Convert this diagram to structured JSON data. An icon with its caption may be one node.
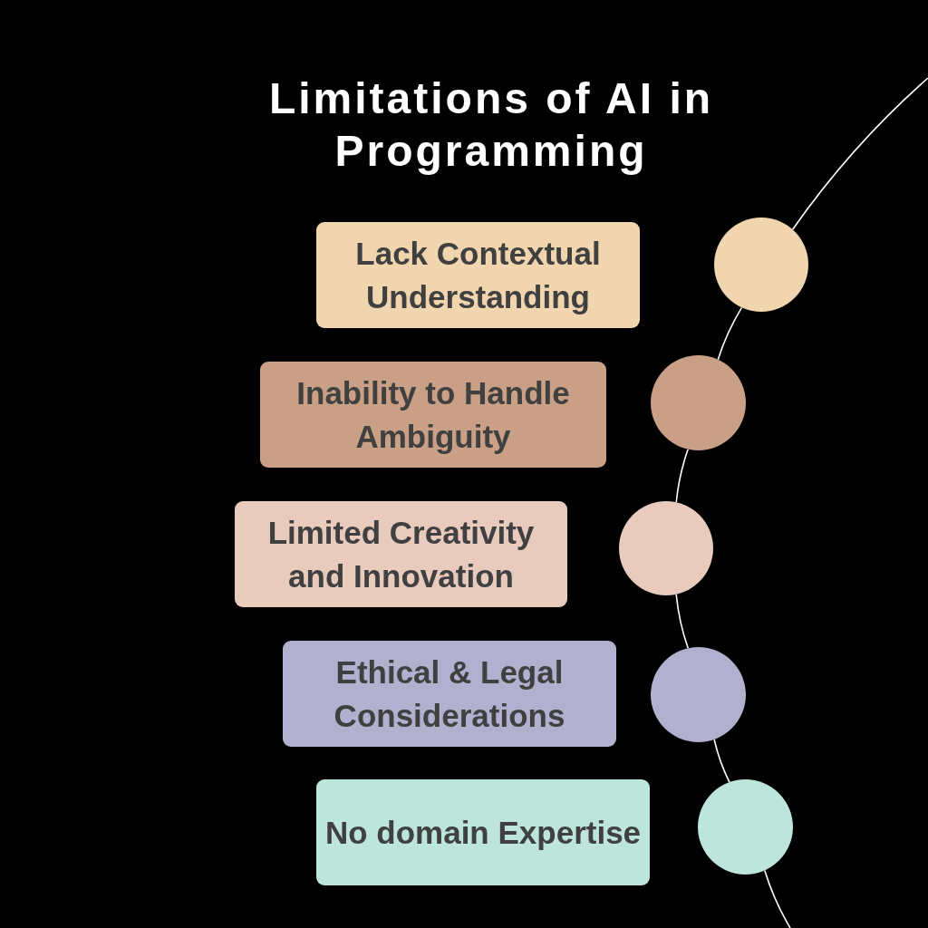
{
  "diagram": {
    "title": "Limitations of AI in Programming",
    "nodes": [
      {
        "text": [
          "Lack Contextual Understanding"
        ]
      },
      {
        "text": [],
        "shape": "circle"
      },
      {
        "text": [
          "Inability to Handle Ambiguity"
        ]
      },
      {
        "text": [],
        "shape": "circle"
      },
      {
        "text": [
          "Limited Creativity and Innovation"
        ]
      },
      {
        "text": [],
        "shape": "circle"
      },
      {
        "text": [
          "Ethical & Legal Considerations"
        ]
      },
      {
        "text": [],
        "shape": "circle"
      },
      {
        "text": [
          "No domain Expertise"
        ]
      },
      {
        "text": [],
        "shape": "circle"
      }
    ],
    "edges": [
      {
        "from": null,
        "to": 1,
        "arrow": "none"
      },
      {
        "from": 1,
        "to": 3,
        "arrow": "none"
      },
      {
        "from": 3,
        "to": 5,
        "arrow": "none"
      },
      {
        "from": 5,
        "to": 7,
        "arrow": "none"
      },
      {
        "from": 7,
        "to": 9,
        "arrow": "none"
      },
      {
        "from": 9,
        "to": null,
        "arrow": "none"
      }
    ]
  }
}
